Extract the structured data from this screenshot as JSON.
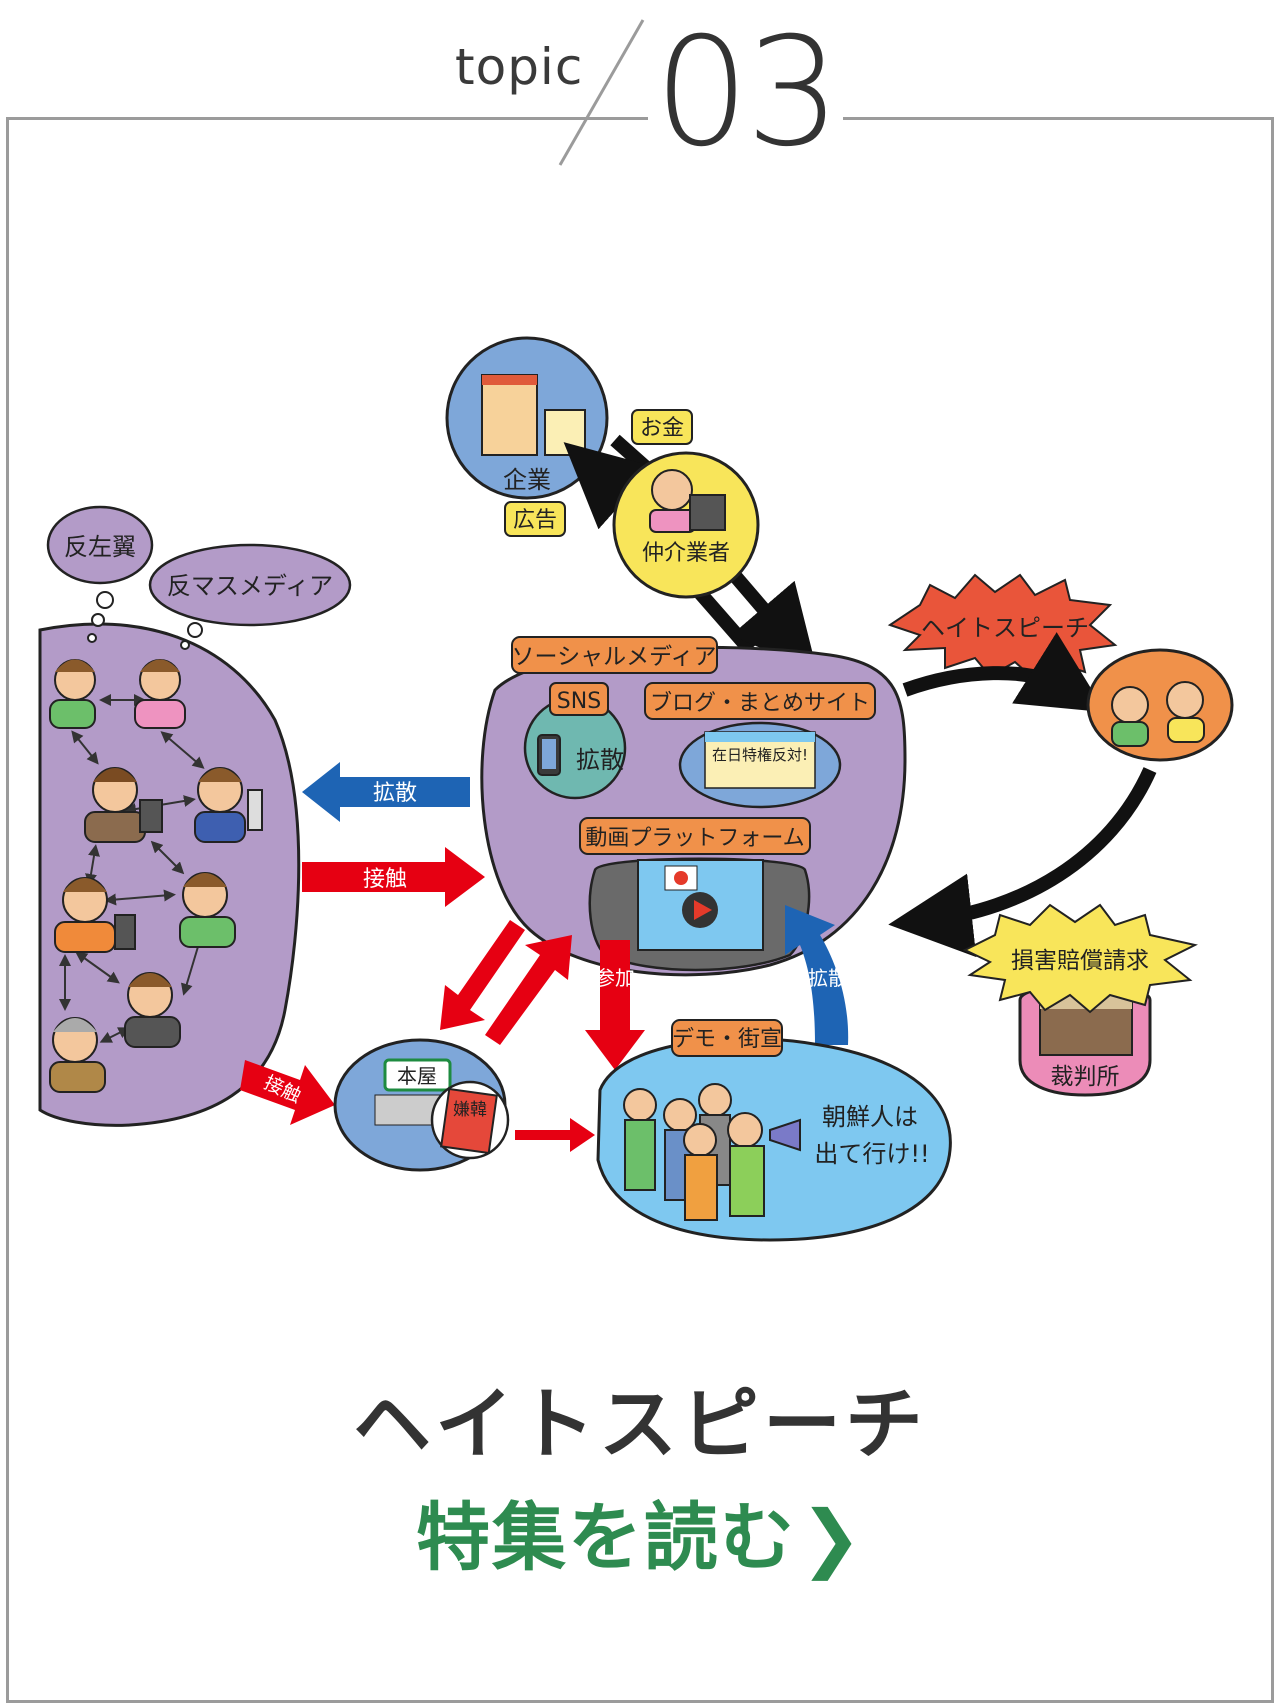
{
  "header": {
    "topic_label": "topic",
    "topic_number": "03"
  },
  "diagram": {
    "company": {
      "label": "企業"
    },
    "money_tag": "お金",
    "ad_tag": "広告",
    "broker": {
      "label": "仲介業者"
    },
    "thought_1": "反左翼",
    "thought_2": "反マスメディア",
    "social_media": {
      "label": "ソーシャルメディア",
      "sns": {
        "label": "SNS",
        "action": "拡散"
      },
      "blog": {
        "label": "ブログ・まとめサイト",
        "banner": "在日特権反対!"
      },
      "video": {
        "label": "動画プラットフォーム"
      }
    },
    "arrows": {
      "spread_left": "拡散",
      "contact_right": "接触",
      "contact_book": "接触",
      "participate": "参加",
      "spread_up": "拡散"
    },
    "hate_speech_burst": "ヘイトスピーチ",
    "damages_burst": "損害賠償請求",
    "court": {
      "label": "裁判所"
    },
    "bookstore": {
      "sign": "本屋",
      "book_title": "嫌韓"
    },
    "demo": {
      "label": "デモ・街宣",
      "shout_line1": "朝鮮人は",
      "shout_line2": "出て行け!!"
    },
    "colors": {
      "purple": "#b39bc8",
      "orange_tag": "#f0914a",
      "yellow": "#f8e55a",
      "red_arrow": "#e60012",
      "blue_arrow": "#1e64b4",
      "sky": "#7fc8f0",
      "burst_red": "#e9553a",
      "pink": "#ec8cb8"
    }
  },
  "footer": {
    "title": "ヘイトスピーチ",
    "link_label": "特集を読む",
    "link_chevron": "❯",
    "link_color": "#2e8b50"
  }
}
